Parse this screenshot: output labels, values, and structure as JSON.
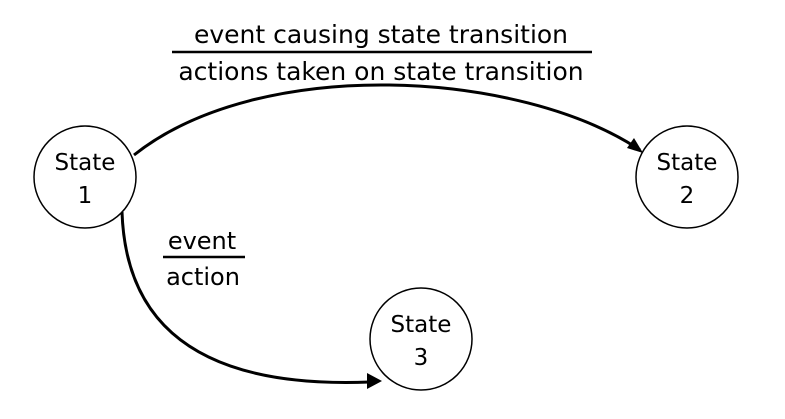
{
  "states": [
    {
      "id": "state-1",
      "lines": [
        "State",
        "1"
      ]
    },
    {
      "id": "state-2",
      "lines": [
        "State",
        "2"
      ]
    },
    {
      "id": "state-3",
      "lines": [
        "State",
        "3"
      ]
    }
  ],
  "transitions": [
    {
      "id": "state-1-to-state-2",
      "from": "State 1",
      "to": "State 2",
      "event": "event causing state transition",
      "action": "actions taken on state transition"
    },
    {
      "id": "state-1-to-state-3",
      "from": "State 1",
      "to": "State 3",
      "event": "event",
      "action": "action"
    }
  ]
}
